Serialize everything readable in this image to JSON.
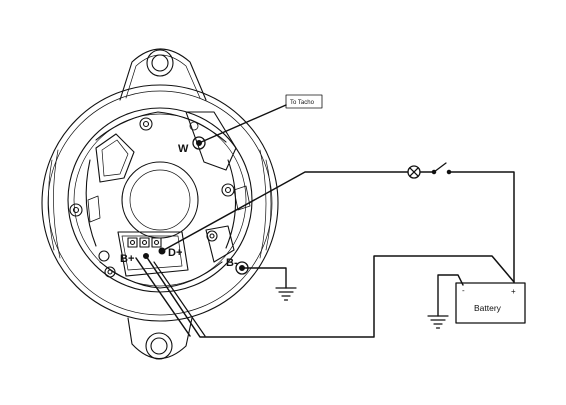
{
  "labels": {
    "to_tacho": "To Tacho",
    "w": "W",
    "b_plus": "B+",
    "d_plus": "D+",
    "b_minus": "B-",
    "battery": "Battery",
    "battery_minus": "-",
    "battery_plus": "+"
  },
  "colors": {
    "line": "#111111",
    "background": "#ffffff"
  },
  "icons": {
    "warning_lamp": "lamp-symbol",
    "switch": "switch-symbol",
    "ground": "ground-symbol"
  }
}
